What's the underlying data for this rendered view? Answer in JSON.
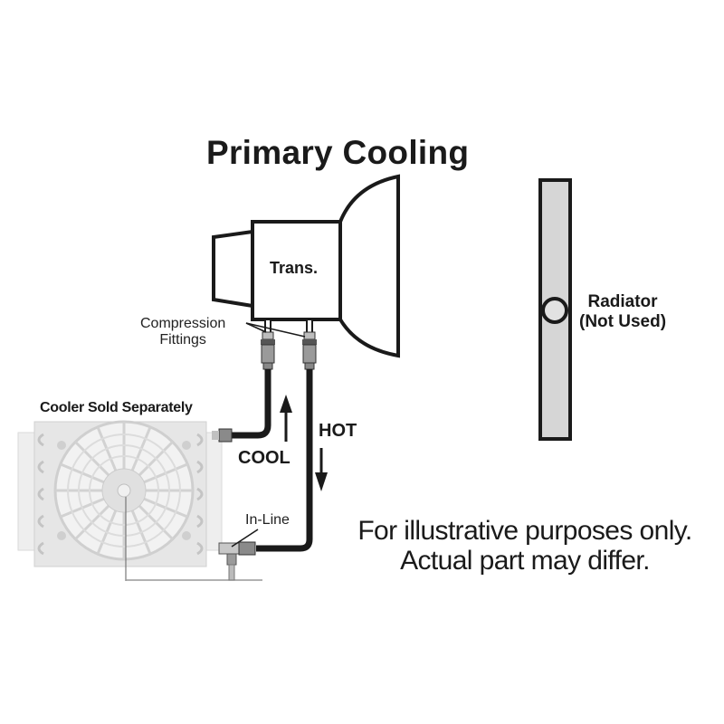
{
  "diagram": {
    "title": "Primary Cooling",
    "transmission": {
      "label": "Trans."
    },
    "radiator": {
      "line1": "Radiator",
      "line2": "(Not Used)"
    },
    "fittings": {
      "line1": "Compression",
      "line2": "Fittings"
    },
    "cooler": {
      "label": "Cooler Sold Separately"
    },
    "flow": {
      "cool_label": "COOL",
      "hot_label": "HOT"
    },
    "filter": {
      "label": "In-Line"
    },
    "disclaimer": {
      "line1": "For illustrative purposes only.",
      "line2": "Actual part may differ."
    },
    "colors": {
      "line": "#1a1a1a",
      "radiator_fill": "#d6d6d6",
      "cooler_fill": "#e4e4e4",
      "fitting_fill": "#9a9a9a"
    }
  }
}
